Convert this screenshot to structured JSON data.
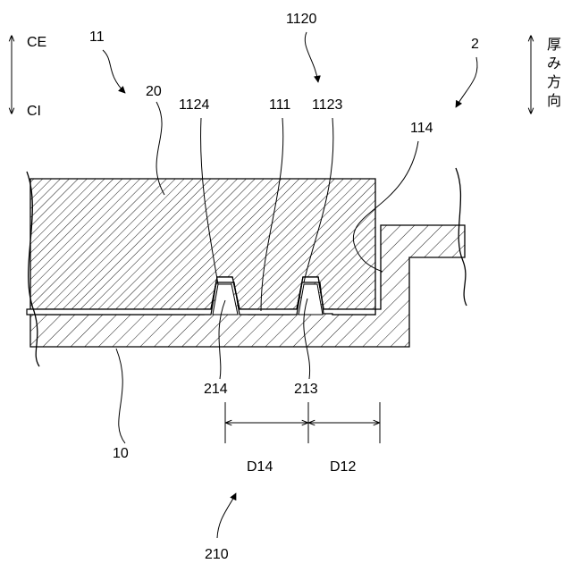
{
  "direction": {
    "outer": "CE",
    "inner": "CI",
    "thickness": [
      "厚",
      "み",
      "方",
      "向"
    ]
  },
  "labels": {
    "assembly": "11",
    "protrusion_group": "1120",
    "part": "2",
    "member": "20",
    "wall_a": "1124",
    "bottom": "111",
    "wall_b": "1123",
    "face": "114",
    "plate": "10",
    "ridge_a": "214",
    "ridge_b": "213",
    "ridge_group": "210"
  },
  "dimensions": {
    "first": "D14",
    "second": "D12"
  },
  "colors": {
    "line": "#000000",
    "background": "#ffffff"
  }
}
